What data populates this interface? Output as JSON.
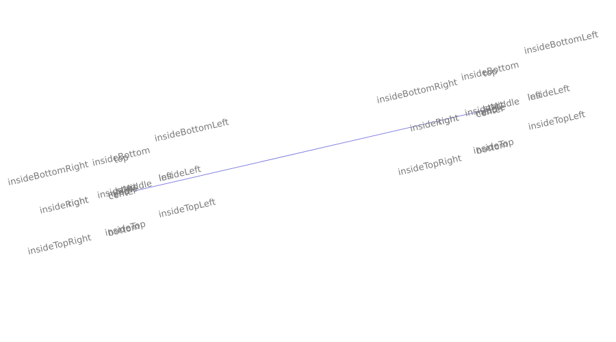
{
  "chart_data": {
    "type": "line",
    "series": [
      {
        "points": [
          [
            0,
            0
          ],
          [
            1,
            1
          ]
        ],
        "color": "#8080e0"
      }
    ],
    "line_endpoints_labels": {
      "positions": [
        "insideBottomRight",
        "insideBottom",
        "top",
        "insideBottomLeft",
        "insideRight",
        "right",
        "center",
        "middle",
        "insideMiddle",
        "insideLeft",
        "left",
        "start",
        "end",
        "insideTopRight",
        "insideTop",
        "bottom",
        "insideTopLeft"
      ]
    }
  },
  "labels": {
    "insideBottomRight": "insideBottomRight",
    "insideBottom": "insideBottom",
    "top": "top",
    "insideBottomLeft": "insideBottomLeft",
    "insideRight": "insideRight",
    "right": "right",
    "left": "left",
    "insideLeft": "insideLeft",
    "center": "center",
    "middle": "middle",
    "insideMiddle": "insideMiddle",
    "start": "start",
    "end": "end",
    "insideTopRight": "insideTopRight",
    "insideTop": "insideTop",
    "bottom": "bottom",
    "insideTopLeft": "insideTopLeft"
  }
}
